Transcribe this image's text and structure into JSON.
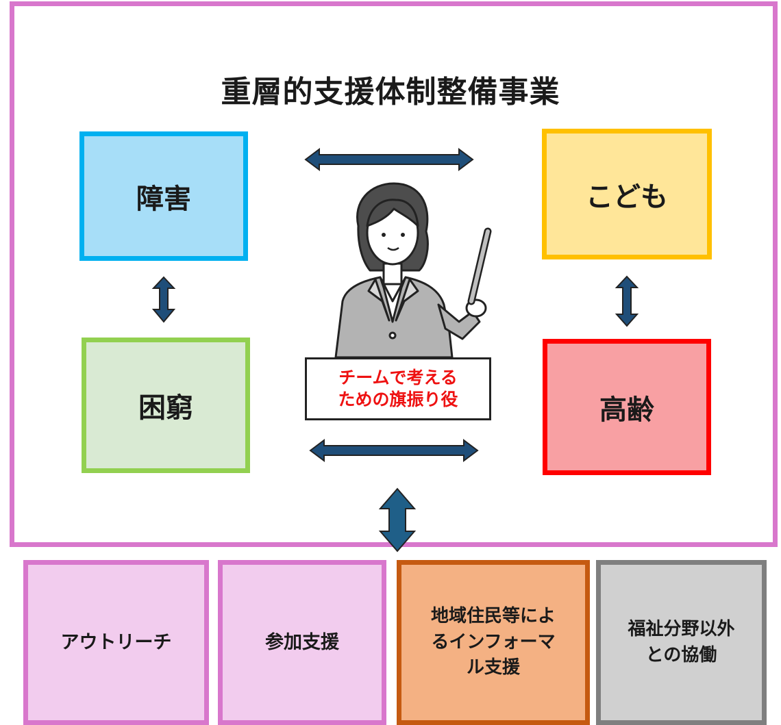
{
  "title": "重層的支援体制整備事業",
  "boxes": {
    "shogai": "障害",
    "kodomo": "こども",
    "konkyu": "困窮",
    "korei": "高齢"
  },
  "center_label": {
    "line1": "チームで考える",
    "line2": "ための旗振り役"
  },
  "bottom": {
    "outreach": "アウトリーチ",
    "sanka": "参加支援",
    "informal_line1": "地域住民等によ",
    "informal_line2": "るインフォーマ",
    "informal_line3": "ル支援",
    "kyodo_line1": "福祉分野以外",
    "kyodo_line2": "との協働"
  },
  "colors": {
    "frame": "#d877cc",
    "arrow_fill": "#1f4e79",
    "label_text": "#ee1111"
  }
}
